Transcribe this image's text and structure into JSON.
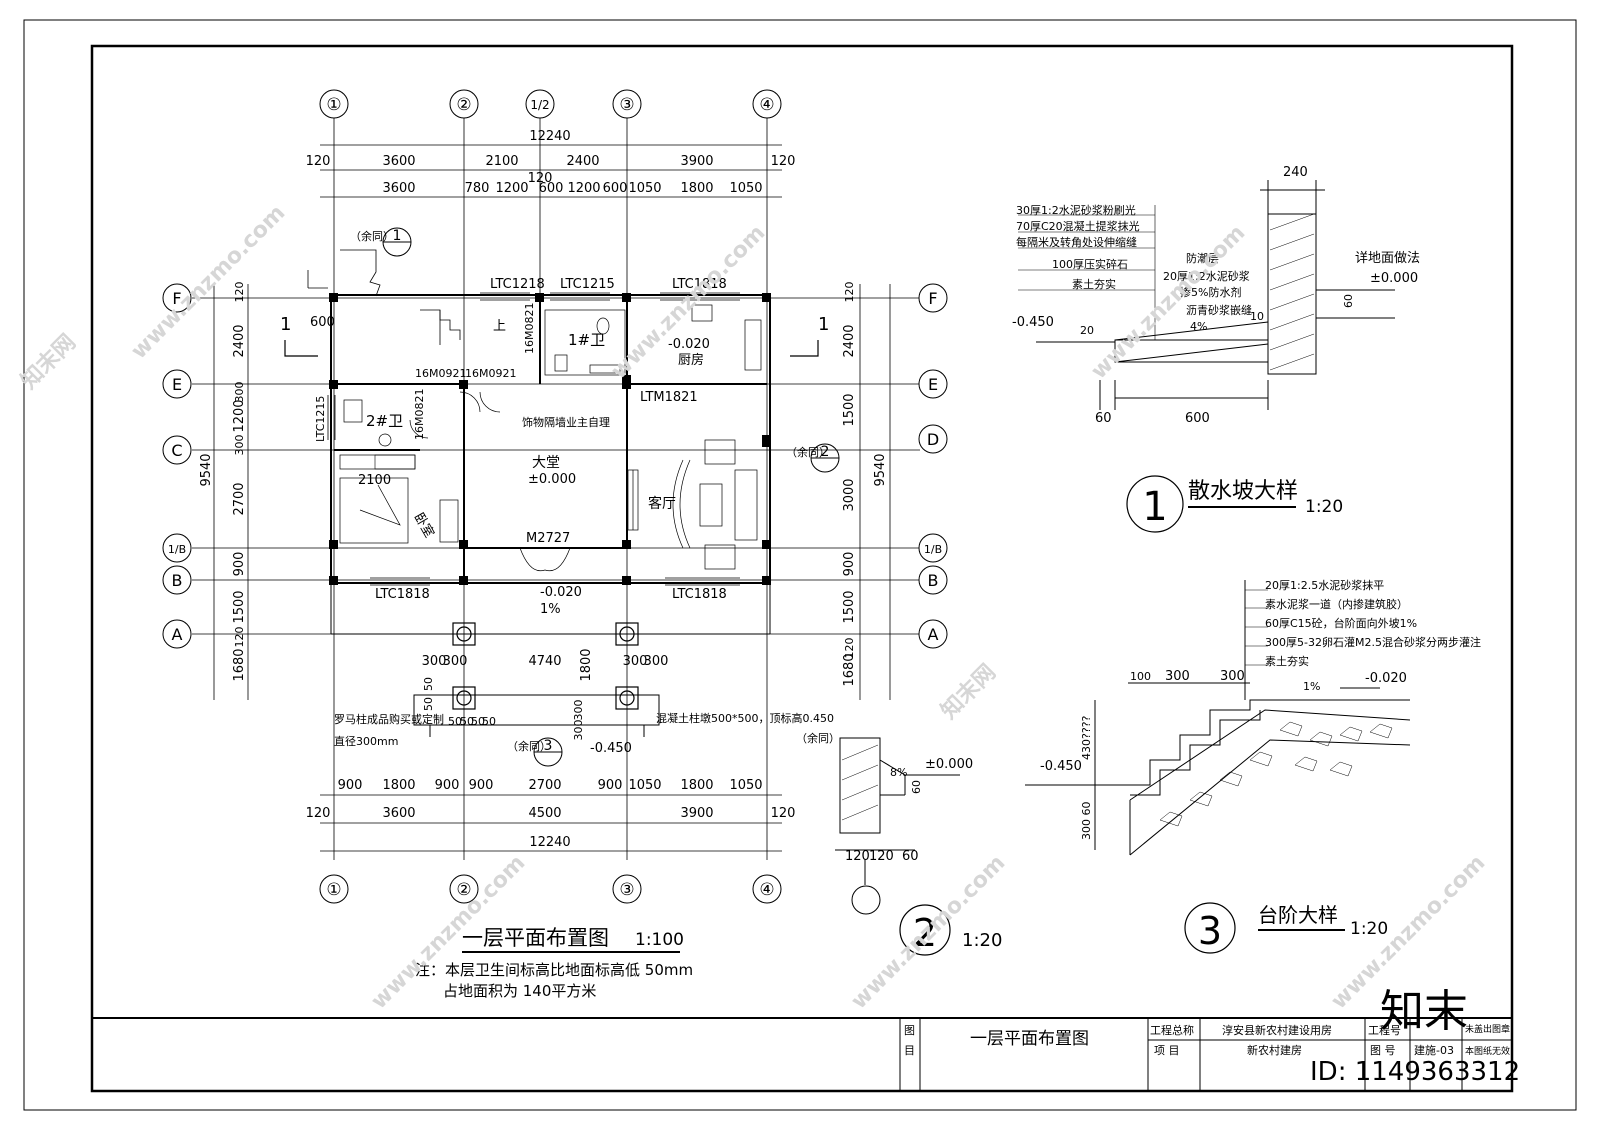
{
  "sheet": {
    "title": "一层平面布置图",
    "scale": "1:100",
    "notes": [
      "注：本层卫生间标高比地面标高低 50mm",
      "占地面积为  140平方米"
    ]
  },
  "axes_top": [
    "①",
    "②",
    "1/2",
    "③",
    "④"
  ],
  "axes_bottom": [
    "①",
    "②",
    "③",
    "④"
  ],
  "axes_left": [
    "F",
    "E",
    "C",
    "1/B",
    "B",
    "A"
  ],
  "axes_right": [
    "F",
    "E",
    "D",
    "1/B",
    "B",
    "A"
  ],
  "dims": {
    "top_total": "12240",
    "top_row1": [
      "120",
      "3600",
      "2100",
      "2400",
      "3900",
      "120"
    ],
    "top_row2": [
      "3600",
      "780",
      "1200",
      "120",
      "600",
      "1200",
      "600",
      "1050",
      "1800",
      "1050"
    ],
    "bottom_row1": [
      "900",
      "1800",
      "900",
      "900",
      "2700",
      "900",
      "1050",
      "1800",
      "1050"
    ],
    "bottom_row2": [
      "120",
      "3600",
      "4500",
      "3900",
      "120"
    ],
    "bottom_total": "12240",
    "left": [
      "120",
      "2400",
      "300",
      "1200",
      "300",
      "2700",
      "900",
      "1500",
      "120",
      "1680"
    ],
    "left_total": "9540",
    "right": [
      "120",
      "2400",
      "1500",
      "3000",
      "900",
      "1500",
      "120",
      "1680"
    ],
    "right_total": "9540",
    "porch": [
      "300",
      "300",
      "4740",
      "1800",
      "300",
      "300"
    ],
    "porch_v": [
      "50",
      "50",
      "300",
      "300"
    ],
    "porch_h": [
      "50",
      "50",
      "50",
      "50"
    ]
  },
  "rooms": {
    "stair": "上",
    "stair_width": "600",
    "bath1": "1#卫",
    "kitchen": "厨房",
    "kitchen_elev": "-0.020",
    "bath2": "2#卫",
    "hall": "大堂",
    "hall_elev": "±0.000",
    "living": "客厅",
    "bedroom": "卧室",
    "porch_elev": "-0.020",
    "porch_slope": "1%",
    "step_elev": "-0.450",
    "bed_dim": "2100"
  },
  "labels": {
    "ltc1218": "LTC1218",
    "ltc1215": "LTC1215",
    "ltc1818_top": "LTC1818",
    "ltc1215_left": "LTC1215",
    "m0821a": "16M0821",
    "m0821b": "16M0821",
    "m0921a": "16M0921",
    "m0921b": "16M0921",
    "ltm1821": "LTM1821",
    "m2727": "M2727",
    "ltc1818_bl": "LTC1818",
    "ltc1818_br": "LTC1818",
    "partition": "饰物隔墙业主自理",
    "column1": "罗马柱成品购买或定制",
    "column1b": "直径300mm",
    "column2": "混凝土柱墩500*500，顶标高0.450",
    "ref_same": "（余同）",
    "ref1": "1",
    "ref2": "2",
    "ref3": "3",
    "section": "1"
  },
  "detail1": {
    "num": "1",
    "title": "散水坡大样",
    "scale": "1:20",
    "layers": [
      "30厚1:2水泥砂浆粉刷光",
      "70厚C20混凝土提浆抹光",
      "每隔米及转角处设伸缩缝",
      "100厚压实碎石",
      "素土夯实"
    ],
    "dpc": [
      "防潮层",
      "20厚1:2水泥砂浆",
      "掺5%防水剂",
      "沥青砂浆嵌缝"
    ],
    "floor": "详地面做法",
    "elev0": "±0.000",
    "elev1": "-0.450",
    "slope": "4%",
    "d240": "240",
    "d600": "600",
    "d60": "60",
    "d20": "20",
    "d10": "10",
    "d60v": "60"
  },
  "detail2": {
    "num": "2",
    "scale": "1:20",
    "slope": "8%",
    "elev": "±0.000",
    "d60": "60",
    "dims": [
      "120",
      "120",
      "60"
    ]
  },
  "detail3": {
    "num": "3",
    "title": "台阶大样",
    "scale": "1:20",
    "layers": [
      "20厚1:2.5水泥砂浆抹平",
      "素水泥浆一道（内掺建筑胶）",
      "60厚C15砼，台阶面向外坡1%",
      "300厚5-32卵石灌M2.5混合砂浆分两步灌注",
      "素土夯实"
    ],
    "dims": [
      "100",
      "300",
      "300"
    ],
    "slope": "1%",
    "elev_top": "-0.020",
    "elev_bot": "-0.450",
    "h": "430????",
    "v": "300 60"
  },
  "titleblock": {
    "tu": "图",
    "mu": "目",
    "name": "一层平面布置图",
    "proj_label": "工程总称",
    "proj": "淳安县新农村建设用房",
    "item_label": "项    目",
    "item": "新农村建房",
    "no_label": "工程号",
    "fig_label": "图  号",
    "fig": "建施-03",
    "stamp1": "未盖出图章",
    "stamp2": "本图纸无效"
  },
  "watermark": {
    "logo": "知末",
    "site": "www.znzmo.com",
    "brand": "知末网",
    "id": "ID: 1149363312"
  }
}
